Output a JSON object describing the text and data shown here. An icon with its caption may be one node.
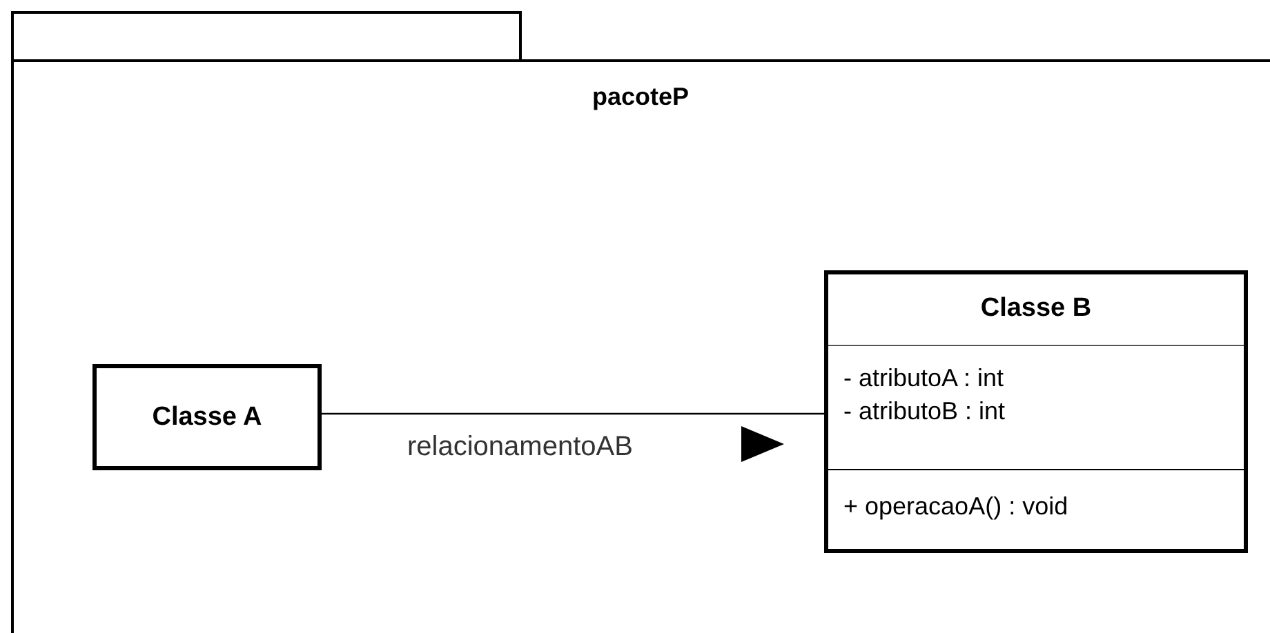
{
  "diagram": {
    "nodes": [
      {
        "text": [
          "pacoteP"
        ]
      },
      {
        "text": [
          "Classe A"
        ],
        "in": 0
      },
      {
        "text": [
          "Classe B",
          "- atributoA : int",
          "- atributoB : int",
          "+ operacaoA() : void"
        ],
        "in": 0
      }
    ],
    "edges": [
      {
        "from": 1,
        "to": 2,
        "arrow": "none",
        "label": "relacionamentoAB"
      }
    ]
  }
}
